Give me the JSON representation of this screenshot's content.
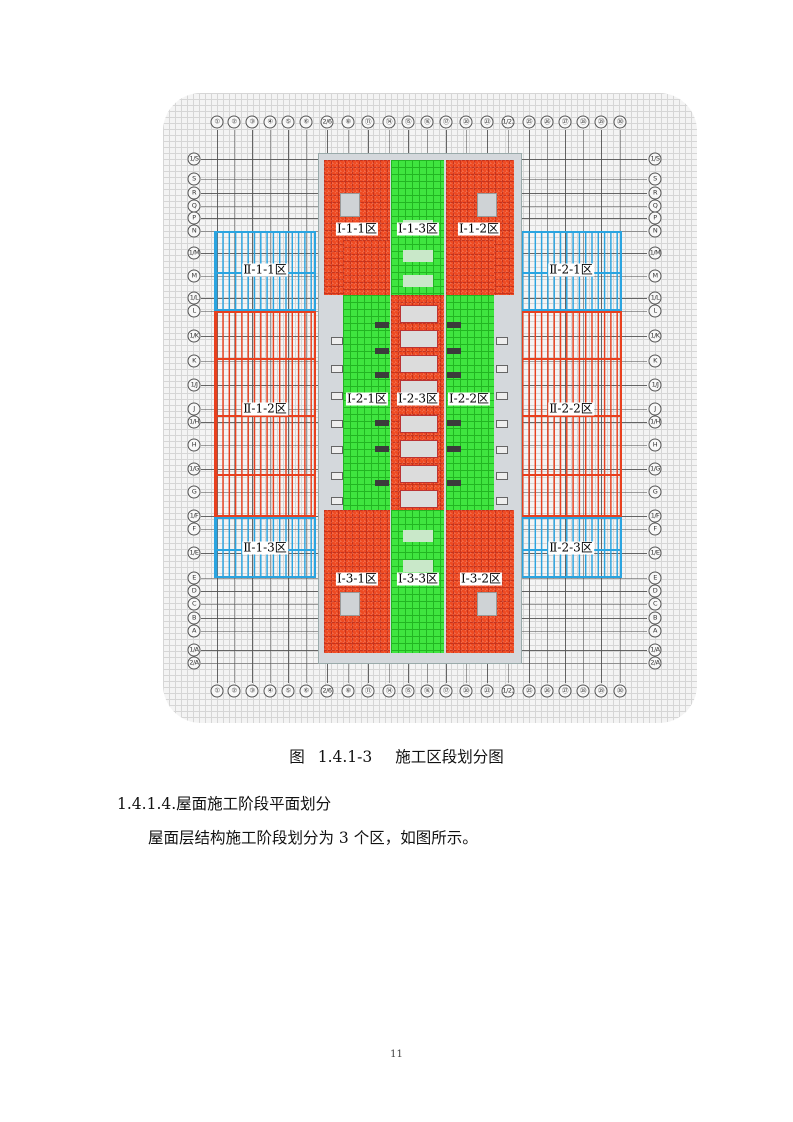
{
  "figure": {
    "column_axis": [
      "①",
      "②",
      "③",
      "④",
      "⑤",
      "⑥",
      "2/6",
      "⑧",
      "⑪",
      "⑭",
      "⑮",
      "⑯",
      "⑰",
      "⑳",
      "㉓",
      "1/23",
      "㉕",
      "㉖",
      "㉗",
      "㉘",
      "㉙",
      "㉚"
    ],
    "column_x": [
      217,
      234,
      252,
      270,
      288,
      306,
      327,
      348,
      368,
      389,
      408,
      427,
      446,
      466,
      487,
      508,
      529,
      547,
      565,
      583,
      601,
      620
    ],
    "row_axis": [
      "1/S",
      "S",
      "R",
      "Q",
      "P",
      "N",
      "1/M",
      "M",
      "1/L",
      "L",
      "1/K",
      "K",
      "1/J",
      "J",
      "1/H",
      "H",
      "1/G",
      "G",
      "1/F",
      "F",
      "1/E",
      "E",
      "D",
      "C",
      "B",
      "A",
      "1/A",
      "2/A"
    ],
    "row_y": [
      159,
      179,
      193,
      206,
      218,
      231,
      253,
      276,
      298,
      311,
      336,
      361,
      385,
      409,
      422,
      445,
      469,
      492,
      516,
      529,
      553,
      578,
      591,
      604,
      618,
      631,
      650,
      663
    ],
    "zones": {
      "center": [
        {
          "label": "Ⅰ-1-1区",
          "color": "red"
        },
        {
          "label": "Ⅰ-1-3区",
          "color": "green"
        },
        {
          "label": "Ⅰ-1-2区",
          "color": "red"
        },
        {
          "label": "Ⅰ-2-1区",
          "color": "green"
        },
        {
          "label": "Ⅰ-2-3区",
          "color": "red"
        },
        {
          "label": "Ⅰ-2-2区",
          "color": "green"
        },
        {
          "label": "Ⅰ-3-1区",
          "color": "red"
        },
        {
          "label": "Ⅰ-3-3区",
          "color": "green"
        },
        {
          "label": "Ⅰ-3-2区",
          "color": "red"
        }
      ],
      "left": [
        {
          "label": "Ⅱ-1-1区",
          "color": "blue"
        },
        {
          "label": "Ⅱ-1-2区",
          "color": "red"
        },
        {
          "label": "Ⅱ-1-3区",
          "color": "blue"
        }
      ],
      "right": [
        {
          "label": "Ⅱ-2-1区",
          "color": "blue"
        },
        {
          "label": "Ⅱ-2-2区",
          "color": "red"
        },
        {
          "label": "Ⅱ-2-3区",
          "color": "blue"
        }
      ]
    },
    "colors": {
      "red": "#e8401e",
      "green": "#3fe53f",
      "blue": "#2aa4e0",
      "structure_gray": "#d4d8dc"
    }
  },
  "caption": {
    "prefix": "图",
    "number": "1.4.1-3",
    "title": "施工区段划分图"
  },
  "section": {
    "number": "1.4.1.4.",
    "title": "屋面施工阶段平面划分"
  },
  "paragraph": "屋面层结构施工阶段划分为 3 个区，如图所示。",
  "page_number": "11"
}
